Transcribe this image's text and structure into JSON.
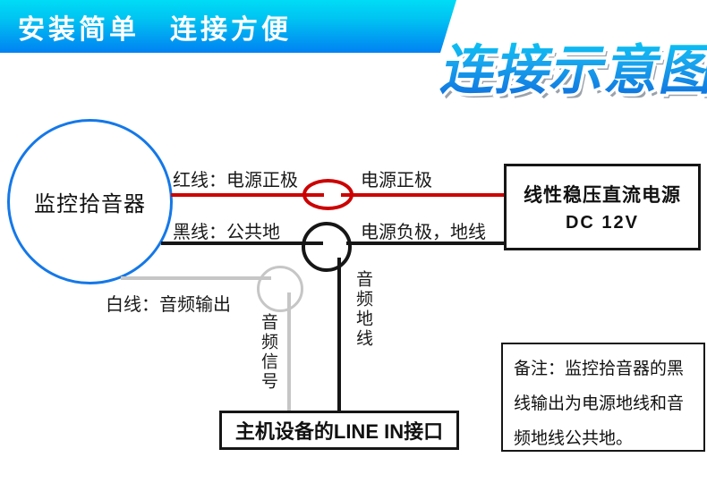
{
  "banner": {
    "title": "安装简单　连接方便",
    "logo": "连接示意图",
    "gradient_top": "#00dcf6",
    "gradient_bottom": "#0082f2"
  },
  "device": {
    "label": "监控拾音器",
    "border_color": "#1478e8"
  },
  "wires": {
    "red": {
      "label_left": "红线：电源正极",
      "label_right": "电源正极",
      "color": "#cc0000"
    },
    "black": {
      "label_left": "黑线：公共地",
      "label_right": "电源负极，地线",
      "color": "#161616"
    },
    "white": {
      "label": "白线：音频输出",
      "color": "#c6c6c6"
    },
    "audio_signal": {
      "label": "音频信号"
    },
    "audio_ground": {
      "label": "音频地线"
    }
  },
  "power_box": {
    "line1": "线性稳压直流电源",
    "line2": "DC 12V"
  },
  "line_in_box": {
    "label": "主机设备的LINE IN接口"
  },
  "note_box": {
    "lines": [
      "备注：监控拾音器的黑",
      "线输出为电源地线和音",
      "频地线公共地。"
    ]
  }
}
